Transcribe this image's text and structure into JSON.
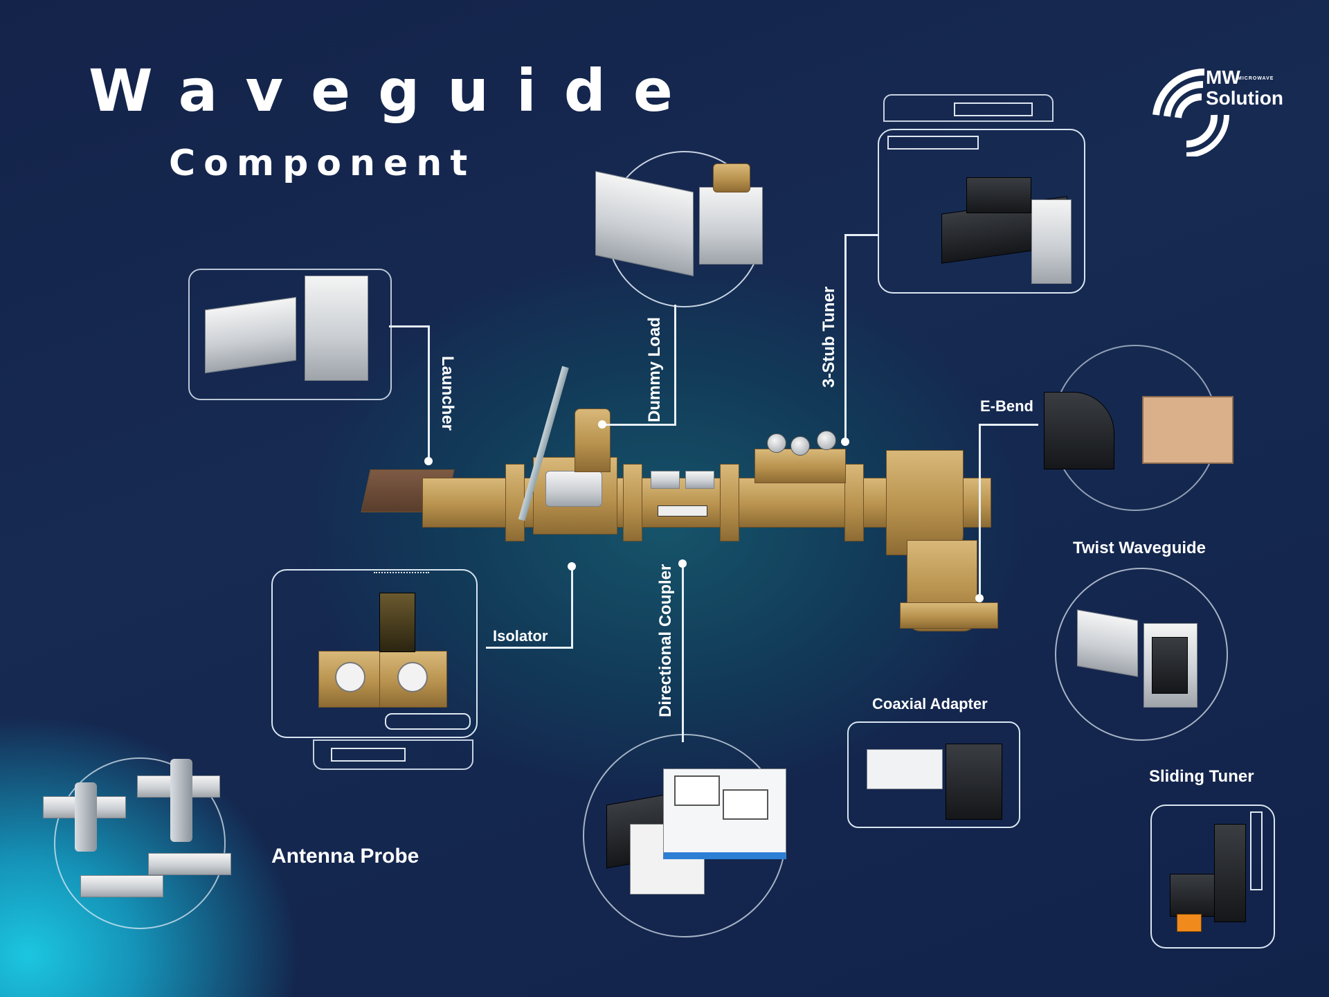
{
  "title": {
    "main": "Waveguide",
    "sub": "Component"
  },
  "logo": {
    "line1": "MW",
    "small": "MICROWAVE",
    "line2": "Solution",
    "icon": "signal-waves-icon"
  },
  "components": {
    "launcher": "Launcher",
    "dummy_load": "Dummy Load",
    "three_stub_tuner": "3-Stub Tuner",
    "e_bend": "E-Bend",
    "twist_waveguide": "Twist Waveguide",
    "isolator": "Isolator",
    "directional_coupler": "Directional Coupler",
    "coaxial_adapter": "Coaxial Adapter",
    "sliding_tuner": "Sliding Tuner",
    "antenna_probe": "Antenna Probe"
  },
  "colors": {
    "brass": "#c7a262",
    "background": "#14234a",
    "accent_cyan": "#1cc6e0",
    "line": "#e8f0f8"
  }
}
